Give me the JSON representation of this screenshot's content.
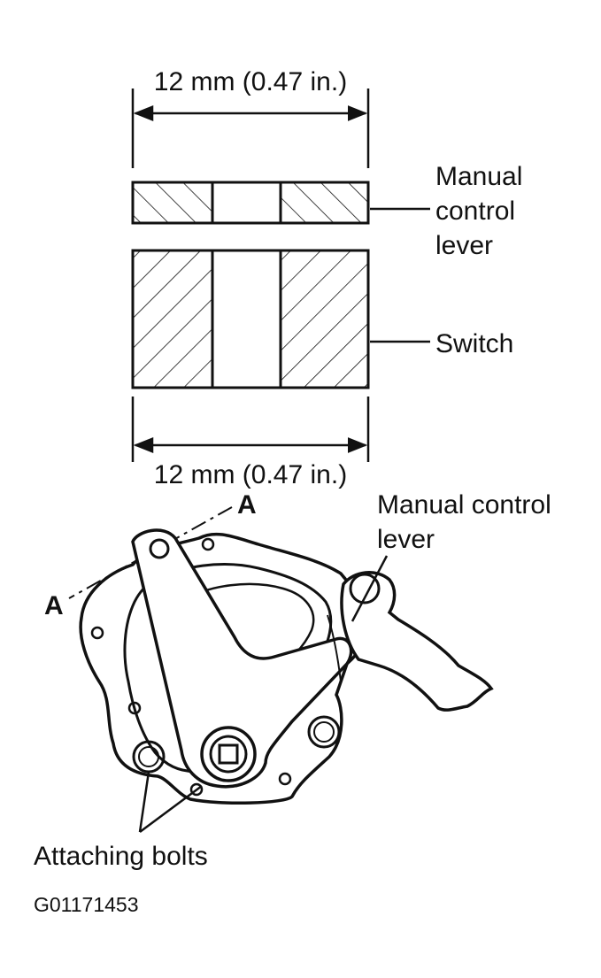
{
  "top_dimension_label": "12 mm (0.47 in.)",
  "bottom_dimension_label": "12 mm (0.47 in.)",
  "callout_manual_control_lever_top": [
    "Manual",
    "control",
    "lever"
  ],
  "callout_switch": "Switch",
  "callout_manual_control_lever_bottom": [
    "Manual control",
    "lever"
  ],
  "section_marker_top": "A",
  "section_marker_left": "A",
  "callout_attaching_bolts": "Attaching bolts",
  "figure_id": "G01171453",
  "colors": {
    "ink": "#111111",
    "background": "#ffffff"
  }
}
